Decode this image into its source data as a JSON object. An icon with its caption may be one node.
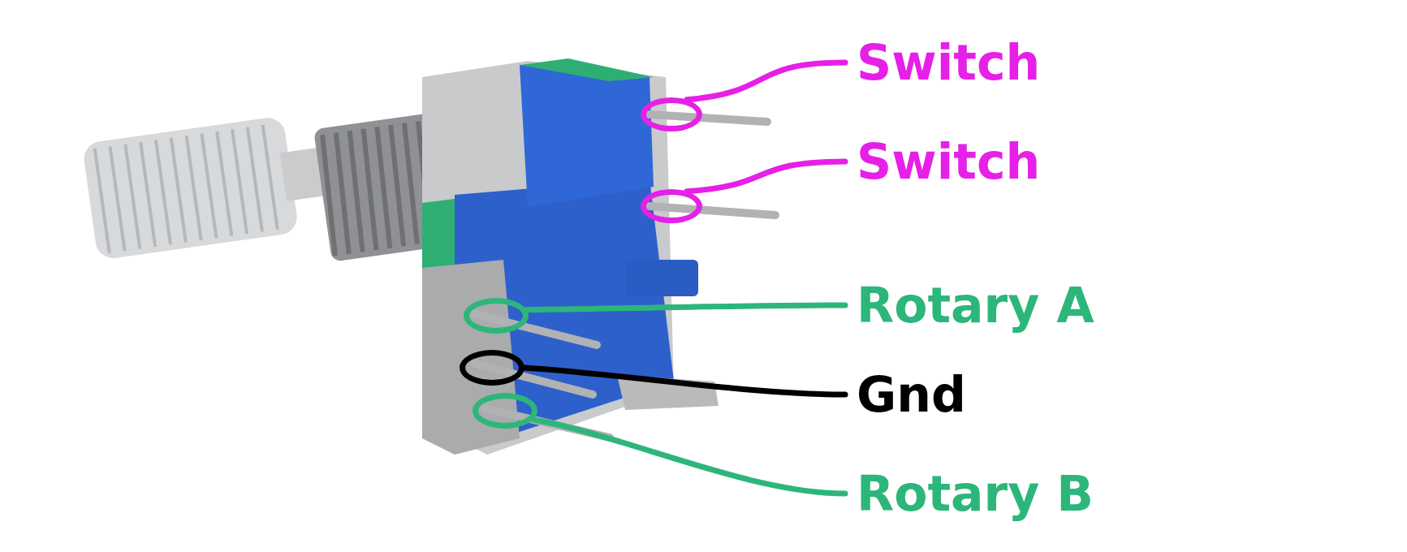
{
  "diagram": {
    "nodes": [
      {
        "text": [
          "Switch"
        ]
      },
      {
        "text": [
          "Switch"
        ]
      },
      {
        "text": [
          "Rotary A"
        ]
      },
      {
        "text": [
          "Gnd"
        ]
      },
      {
        "text": [
          "Rotary B"
        ]
      },
      {
        "text": [],
        "shape": "circle"
      },
      {
        "text": [],
        "shape": "circle"
      },
      {
        "text": [],
        "shape": "circle"
      },
      {
        "text": [],
        "shape": "circle"
      },
      {
        "text": [],
        "shape": "circle"
      }
    ],
    "edges": [
      {
        "from": 0,
        "to": 5,
        "arrow": "none",
        "color": "#e620e6"
      },
      {
        "from": 1,
        "to": 6,
        "arrow": "none",
        "color": "#e620e6"
      },
      {
        "from": 2,
        "to": 7,
        "arrow": "none",
        "color": "#2db67a"
      },
      {
        "from": 3,
        "to": 8,
        "arrow": "none",
        "color": "#000000"
      },
      {
        "from": 4,
        "to": 9,
        "arrow": "none",
        "color": "#2db67a"
      }
    ]
  }
}
